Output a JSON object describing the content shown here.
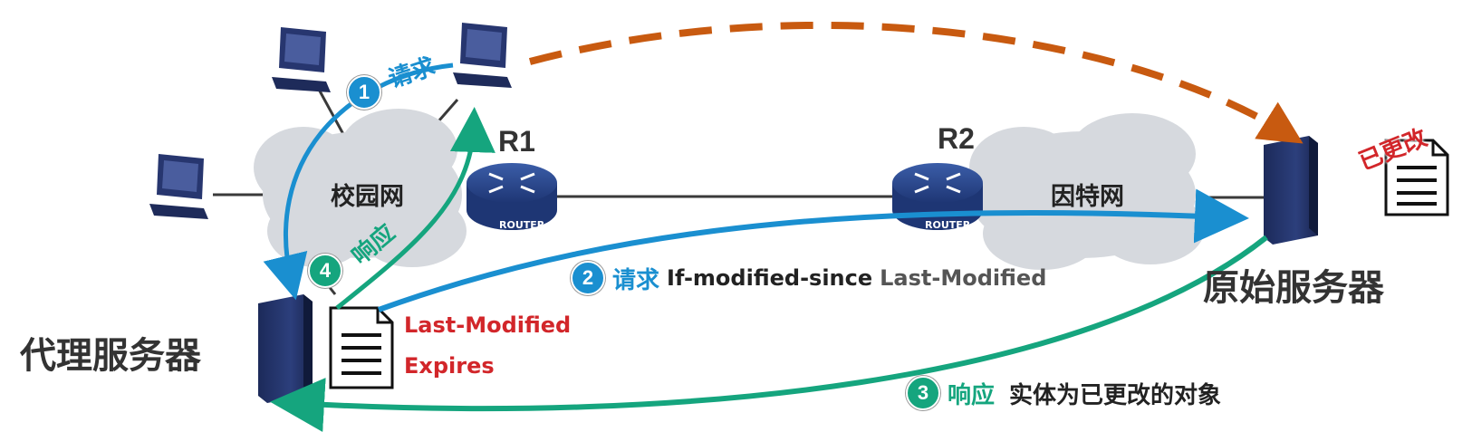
{
  "labels": {
    "proxy_server": "代理服务器",
    "origin_server": "原始服务器",
    "campus_network": "校园网",
    "internet": "因特网",
    "r1": "R1",
    "r2": "R2",
    "router_tag": "ROUTER",
    "modified_tag": "已更改"
  },
  "steps": {
    "s1": {
      "num": "1",
      "text": "请求"
    },
    "s2": {
      "num": "2",
      "text": "请求",
      "header": "If-modified-since",
      "value": "Last-Modified"
    },
    "s3": {
      "num": "3",
      "text": "响应",
      "desc": "实体为已更改的对象"
    },
    "s4": {
      "num": "4",
      "text": "响应"
    }
  },
  "doc_headers": {
    "line1": "Last-Modified",
    "line2": "Expires"
  },
  "colors": {
    "blue": "#1a8fd0",
    "green": "#15a57e",
    "orange": "#c85a10",
    "red": "#d2262a",
    "router": "#2a4a8f",
    "cloud": "#d6d9de"
  }
}
